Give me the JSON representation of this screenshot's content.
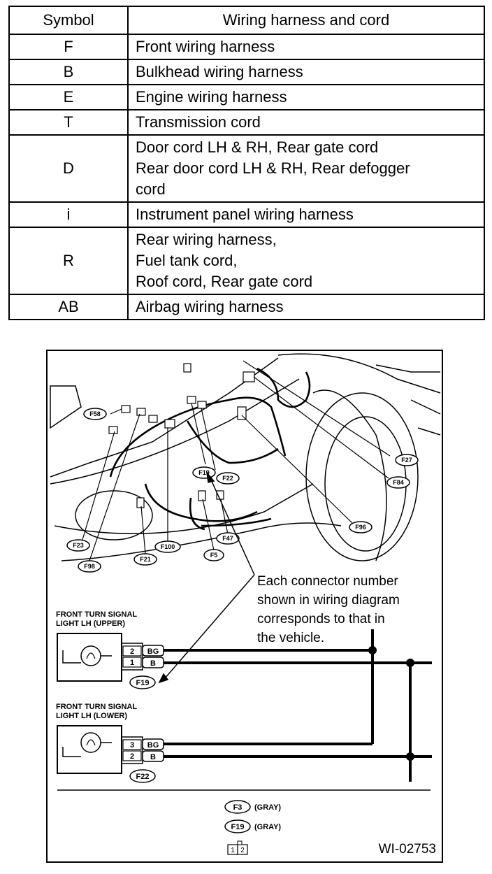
{
  "table": {
    "header": {
      "symbol": "Symbol",
      "harness": "Wiring harness and cord"
    },
    "rows": [
      {
        "symbol": "F",
        "harness": "Front wiring harness"
      },
      {
        "symbol": "B",
        "harness": "Bulkhead wiring harness"
      },
      {
        "symbol": "E",
        "harness": "Engine wiring harness"
      },
      {
        "symbol": "T",
        "harness": "Transmission cord"
      },
      {
        "symbol": "D",
        "harness": "Door cord LH & RH, Rear gate cord\nRear door cord LH & RH, Rear defogger\ncord"
      },
      {
        "symbol": "i",
        "harness": "Instrument panel wiring harness"
      },
      {
        "symbol": "R",
        "harness": "Rear wiring harness,\nFuel tank cord,\nRoof cord, Rear gate cord"
      },
      {
        "symbol": "AB",
        "harness": "Airbag wiring harness"
      }
    ]
  },
  "diagram": {
    "connectors": [
      "F58",
      "F27",
      "F84",
      "F19",
      "F22",
      "F96",
      "F23",
      "F100",
      "F47",
      "F98",
      "F21",
      "F5"
    ],
    "note": "Each connector number\nshown in wiring diagram\ncorresponds to that in\nthe vehicle.",
    "light_upper": {
      "label1": "FRONT TURN SIGNAL",
      "label2": "LIGHT LH (UPPER)",
      "pin_a": "2",
      "wire_a": "BG",
      "pin_b": "1",
      "wire_b": "B",
      "connector": "F19"
    },
    "light_lower": {
      "label1": "FRONT TURN SIGNAL",
      "label2": "LIGHT LH (LOWER)",
      "pin_a": "3",
      "wire_a": "BG",
      "pin_b": "2",
      "wire_b": "B",
      "connector": "F22"
    },
    "legend": [
      {
        "connector": "F3",
        "color": "(GRAY)"
      },
      {
        "connector": "F19",
        "color": "(GRAY)"
      }
    ],
    "pins": [
      "1",
      "2"
    ],
    "code": "WI-02753"
  }
}
